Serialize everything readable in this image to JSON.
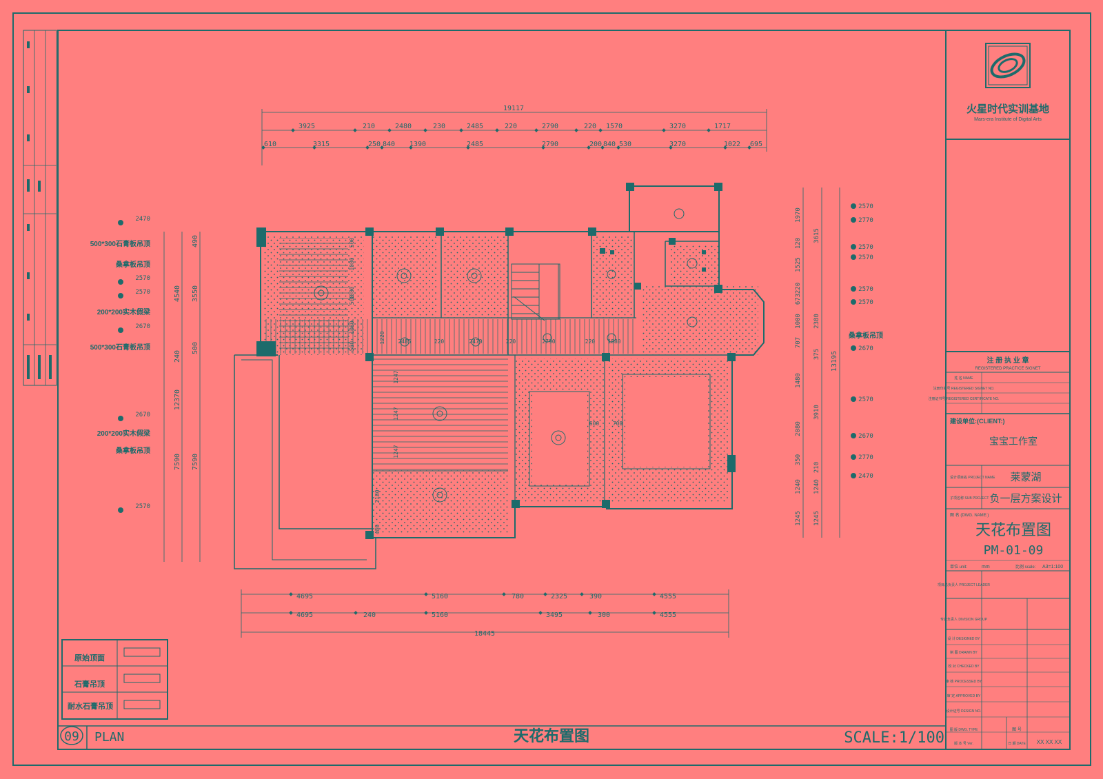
{
  "drawing": {
    "title": "天花布置图",
    "plan_no": "09",
    "plan_label": "PLAN",
    "scale": "SCALE:1/100"
  },
  "title_block": {
    "company_cn": "火星时代实训基地",
    "company_en": "Mars-era Institute of Digital Arts",
    "seal_cn": "注 册 执 业 章",
    "seal_en": "REGISTERED PRACTICE SIGNET",
    "rows_seal": [
      "姓 名 NAME",
      "注册印章号 REGISTERED SIGNET NO.",
      "注册证书号 REGISTERED CERTIFICATE NO."
    ],
    "client_label": "建设单位:(CLIENT:)",
    "client": "宝宝工作室",
    "project_label": "设计项目名 PROJECT NAME",
    "project": "莱蒙湖",
    "sub_label": "子项名称 SUB PROJECT",
    "sub_project": "负一层方案设计",
    "dwg_label": "图 名 (DWG. NAME:)",
    "dwg_name": "天花布置图",
    "dwg_no": "PM-01-09",
    "unit_label": "单位 unit:",
    "unit": "mm",
    "scale_label": "比例 scale:",
    "scale_val": "A3=1:100",
    "staff": [
      "项目总负责人 PROJECT LEADER",
      "专业负责人 DIVISION GROUP",
      "设 计 DESIGNED BY",
      "制 图 DRAWN BY",
      "校 对 CHECKED BY",
      "审 核 PROCESSED BY",
      "审 定 APPROVED BY",
      "设计证号 DESIGN NO."
    ],
    "dwg_type": "图 版 DWG. TYPE",
    "version": "版 本 号 Ver.",
    "sheet_no": "图 号",
    "date": "日 期 DATE",
    "date_val": "XX XX XX"
  },
  "legend": {
    "items": [
      "原始顶面",
      "石膏吊顶",
      "耐水石膏吊顶"
    ]
  },
  "dims_top_total": "19117",
  "dims_top_row1": [
    "3925",
    "210",
    "2480",
    "230",
    "2485",
    "220",
    "2790",
    "220",
    "1570",
    "3270",
    "1717"
  ],
  "dims_top_row2": [
    "610",
    "3315",
    "250",
    "840",
    "1390",
    "2485",
    "2790",
    "200",
    "840",
    "530",
    "3270",
    "1022",
    "695"
  ],
  "dims_bottom_row1": [
    "4695",
    "5160",
    "780",
    "2325",
    "390",
    "4555"
  ],
  "dims_bottom_row2": [
    "4695",
    "240",
    "5160",
    "3495",
    "300",
    "4555"
  ],
  "dims_bottom_total": "18445",
  "dims_left_outer": [
    "4540",
    "240",
    "12370",
    "7590"
  ],
  "dims_left_inner": [
    "490",
    "3550",
    "500",
    "7590"
  ],
  "dims_right_outer": [
    "1970",
    "120",
    "1525",
    "220",
    "673",
    "1000",
    "707",
    "1480",
    "2080",
    "350",
    "1240",
    "1245"
  ],
  "dims_right_inner": [
    "3615",
    "2380",
    "375",
    "3910",
    "210",
    "1240",
    "1245"
  ],
  "dims_right_total": "13195",
  "labels_left": [
    {
      "h": "2470",
      "t": ""
    },
    {
      "h": "",
      "t": "500*300石膏板吊顶"
    },
    {
      "h": "",
      "t": "桑拿板吊顶"
    },
    {
      "h": "2570",
      "t": ""
    },
    {
      "h": "2570",
      "t": ""
    },
    {
      "h": "",
      "t": "200*200实木假梁"
    },
    {
      "h": "2670",
      "t": ""
    },
    {
      "h": "",
      "t": "500*300石膏板吊顶"
    },
    {
      "h": "2670",
      "t": ""
    },
    {
      "h": "",
      "t": "200*200实木假梁"
    },
    {
      "h": "",
      "t": "桑拿板吊顶"
    },
    {
      "h": "2570",
      "t": ""
    }
  ],
  "labels_right": [
    "2570",
    "2770",
    "2570",
    "2570",
    "2570",
    "2570",
    "桑拿板吊顶",
    "2670",
    "2570",
    "2670",
    "2770",
    "2470"
  ],
  "room_dims": [
    "1080",
    "1080",
    "1080",
    "500",
    "500",
    "500",
    "1220",
    "2485",
    "220",
    "2470",
    "220",
    "2790",
    "220",
    "1880",
    "1247",
    "1247",
    "1247",
    "2180",
    "480",
    "600",
    "700"
  ]
}
